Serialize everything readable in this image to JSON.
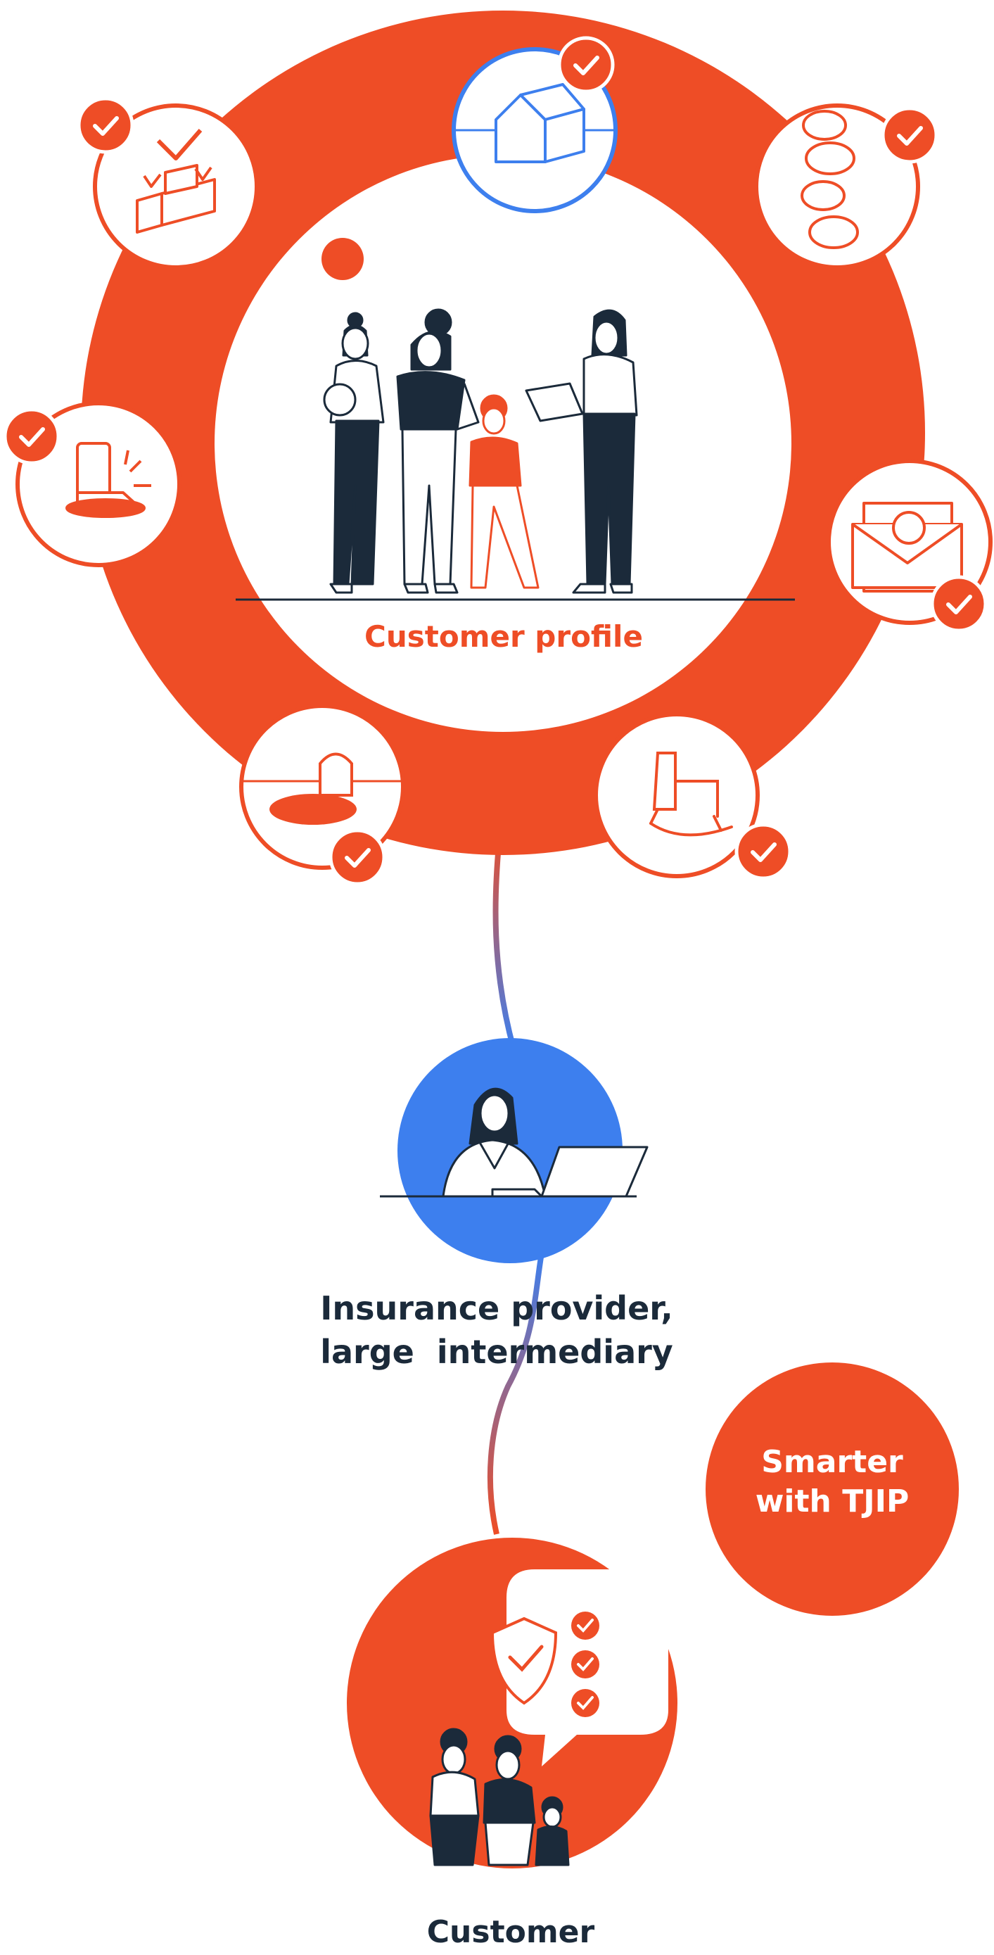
{
  "diagram": {
    "customer_profile_label": "Customer profile",
    "provider_label_line1": "Insurance provider,",
    "provider_label_line2": "large  intermediary",
    "smarter_line1": "Smarter",
    "smarter_line2": "with TJIP",
    "customer_label": "Customer",
    "icons": [
      "house-icon",
      "coins-icon",
      "envelope-euro-icon",
      "rocking-chair-icon",
      "tombstone-icon",
      "broken-leg-cast-icon",
      "building-blocks-icon"
    ]
  },
  "colors": {
    "orange": "#ee4d26",
    "blue": "#3d7fee",
    "navy": "#1b2a3a",
    "white": "#ffffff"
  }
}
